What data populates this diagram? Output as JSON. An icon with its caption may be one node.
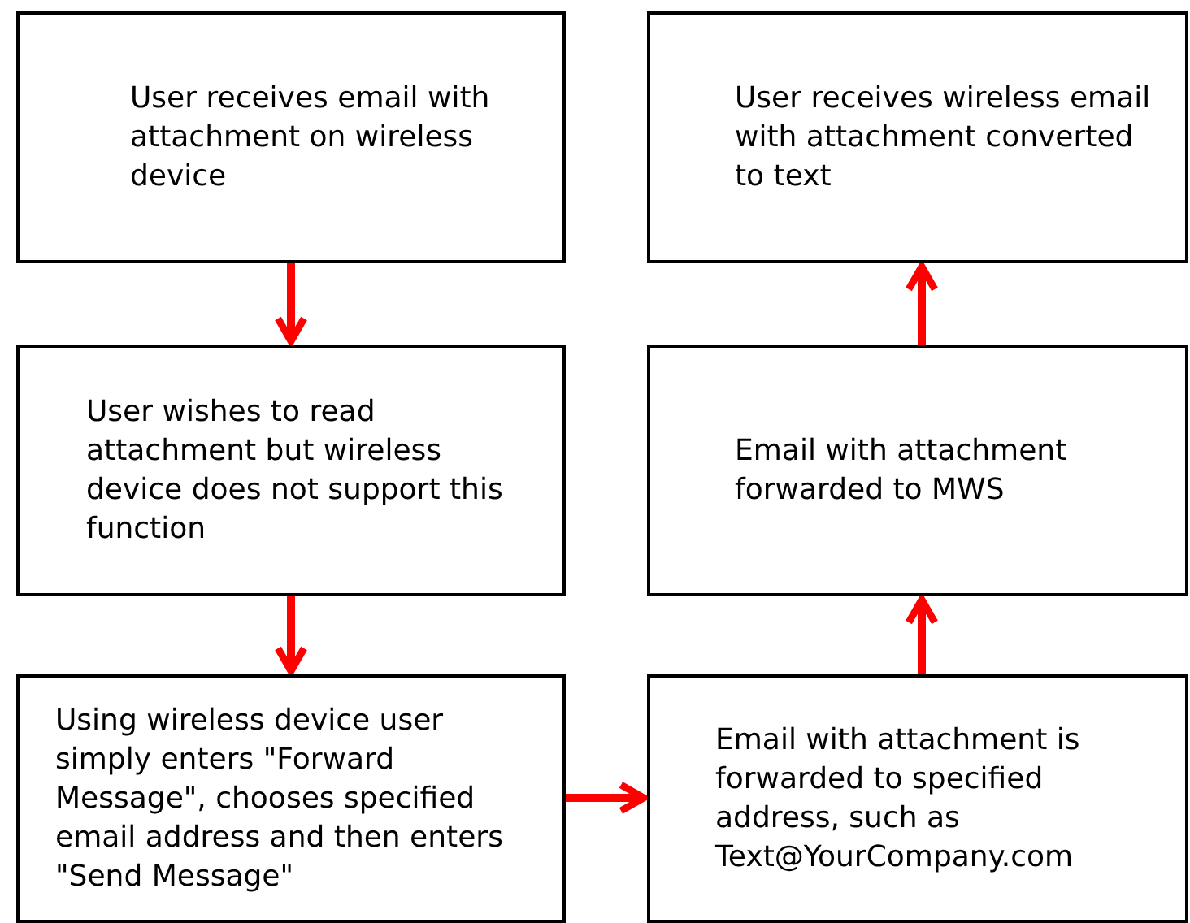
{
  "diagram": {
    "nodes": [
      {
        "text": [
          "User receives email with attachment on wireless device"
        ]
      },
      {
        "text": [
          "User receives wireless email with attachment converted to text"
        ]
      },
      {
        "text": [
          "User wishes to read attachment but wireless device does not support this function"
        ]
      },
      {
        "text": [
          "Email with attachment forwarded to MWS"
        ]
      },
      {
        "text": [
          "Using wireless device user simply enters \"Forward Message\", chooses specified email address and then enters \"Send Message\""
        ]
      },
      {
        "text": [
          "Email with attachment is forwarded to specified address, such as Text@YourCompany.com"
        ]
      }
    ],
    "edges": [
      {
        "from": 0,
        "to": 2,
        "arrow": "to"
      },
      {
        "from": 2,
        "to": 4,
        "arrow": "to"
      },
      {
        "from": 4,
        "to": 5,
        "arrow": "to"
      },
      {
        "from": 5,
        "to": 3,
        "arrow": "to"
      },
      {
        "from": 3,
        "to": 1,
        "arrow": "to"
      }
    ]
  }
}
